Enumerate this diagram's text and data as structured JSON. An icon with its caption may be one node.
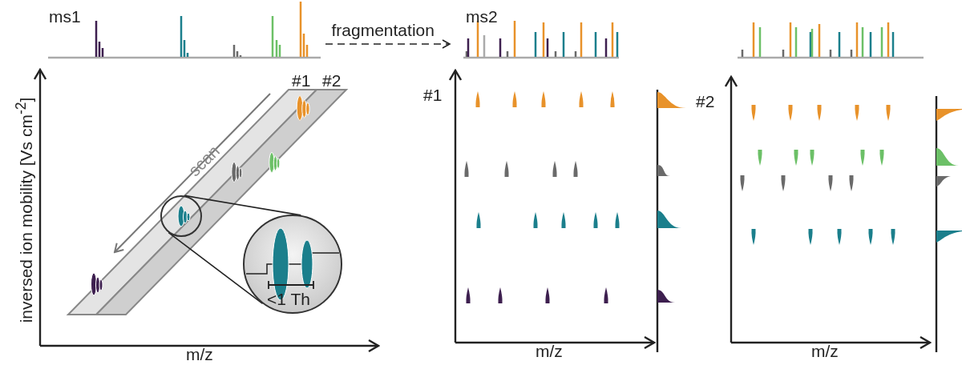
{
  "diagram": {
    "nodes": [
      {
        "text": [
          "ms1"
        ]
      },
      {
        "text": [
          "ms2"
        ]
      },
      {
        "text": [],
        "shape": "circle"
      },
      {
        "text": [
          "<1 Th"
        ]
      }
    ],
    "edges": [
      {
        "from": 0,
        "to": 1,
        "arrow": "to",
        "style": "dashed",
        "label": "fragmentation"
      },
      {
        "from": 2,
        "to": 3,
        "arrow": "none"
      },
      {
        "from": 2,
        "to": 3,
        "arrow": "none"
      }
    ],
    "labels": [
      "#1",
      "#2",
      "inversed ion mobility [Vs cm$^{-2}$]",
      "scan",
      "m/z",
      "#1",
      "m/z",
      "#2",
      "m/z"
    ]
  }
}
